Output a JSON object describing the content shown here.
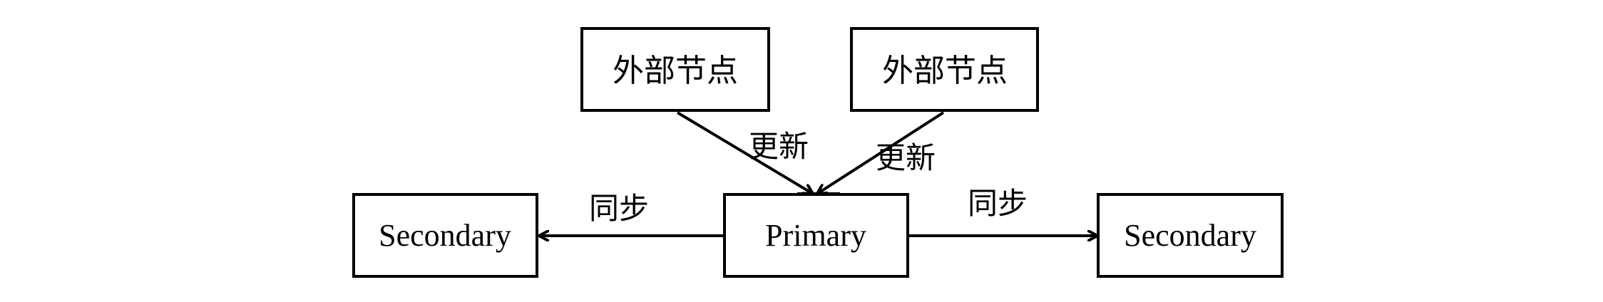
{
  "nodes": {
    "external_left": {
      "label": "外部节点"
    },
    "external_right": {
      "label": "外部节点"
    },
    "primary": {
      "label": "Primary"
    },
    "secondary_left": {
      "label": "Secondary"
    },
    "secondary_right": {
      "label": "Secondary"
    }
  },
  "edges": {
    "update_left": {
      "label": "更新"
    },
    "update_right": {
      "label": "更新"
    },
    "sync_left": {
      "label": "同步"
    },
    "sync_right": {
      "label": "同步"
    }
  },
  "colors": {
    "stroke": "#000000",
    "background": "#ffffff"
  }
}
